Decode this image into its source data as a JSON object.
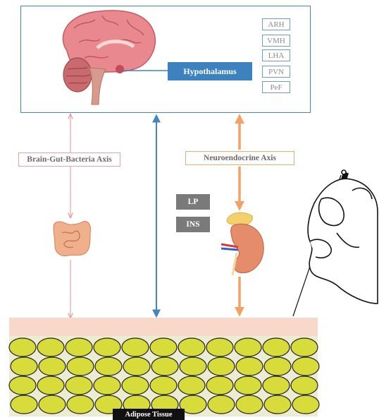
{
  "brain_panel": {
    "hypothalamus_label": "Hypothalamus",
    "nuclei": [
      "ARH",
      "VMH",
      "LHA",
      "PVN",
      "PeF"
    ]
  },
  "axes": {
    "brain_gut_bacteria": "Brain-Gut-Bacteria Axis",
    "neuroendocrine": "Neuroendocrine Axis"
  },
  "hormones": [
    "LP",
    "INS"
  ],
  "adipose_title": "Adipose Tissue",
  "colors": {
    "frame_blue": "#3f86c3",
    "gut_arrow_pink": "#eaa3a3",
    "neuro_arrow_orange": "#f4a167",
    "adipocyte_yellow": "#d8dc3a",
    "tissue_background": "#f8d8c8"
  }
}
